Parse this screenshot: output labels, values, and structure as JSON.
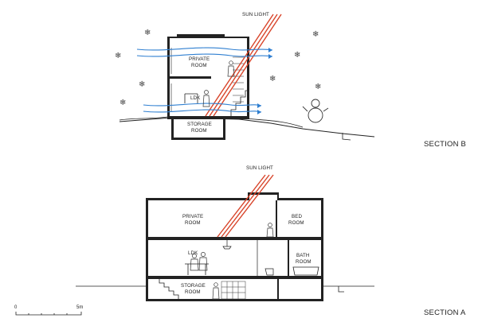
{
  "section_b": {
    "title": "SECTION B",
    "sun_label": "SUN LIGHT",
    "private_room": [
      "PRIVATE",
      "ROOM"
    ],
    "ldk": "LDK",
    "storage_room": [
      "STORAGE",
      "ROOM"
    ]
  },
  "section_a": {
    "title": "SECTION A",
    "sun_label": "SUN LIGHT",
    "private_room": [
      "PRIVATE",
      "ROOM"
    ],
    "bed_room": [
      "BED",
      "ROOM"
    ],
    "ldk": "LDK",
    "bath_room": [
      "BATH",
      "ROOM"
    ],
    "storage_room": [
      "STORAGE",
      "ROOM"
    ]
  },
  "scale_bar": {
    "start": "0",
    "end": "5m"
  },
  "colors": {
    "sun_ray": "#d8442a",
    "airflow": "#2f7fd1",
    "ink": "#222222"
  }
}
